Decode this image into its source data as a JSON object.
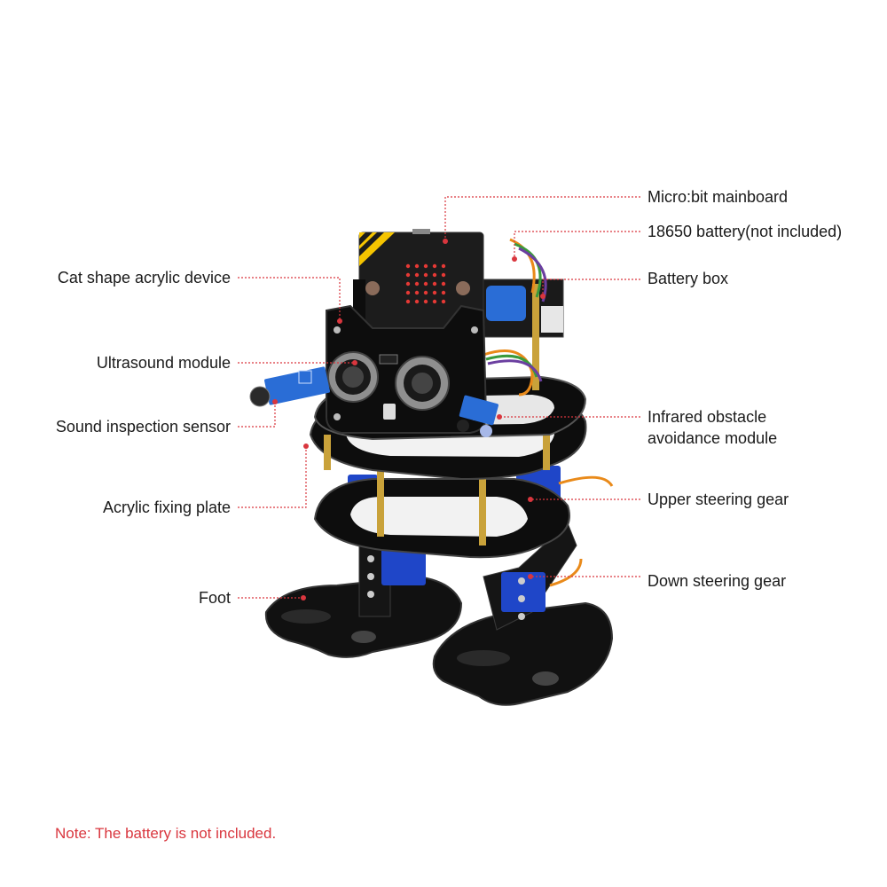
{
  "colors": {
    "leader_line": "#d9363e",
    "note_text": "#d9363e",
    "label_text": "#1a1a1a",
    "acrylic": "#0d0d0d",
    "microbit_board": "#1c1c1c",
    "microbit_led": "#e53935",
    "corner_stripe": "#f5c400",
    "servo_blue": "#1f46c8",
    "brass": "#c9a23a",
    "wire_orange": "#e98a1a",
    "wire_green": "#3a9a3c",
    "wire_purple": "#6b3fa0",
    "sensor_blue": "#2a6dd6"
  },
  "callouts_left": {
    "cat_shape": "Cat shape acrylic device",
    "ultrasound": "Ultrasound module",
    "sound_sensor": "Sound inspection sensor",
    "fixing_plate": "Acrylic fixing plate",
    "foot": "Foot"
  },
  "callouts_right": {
    "mainboard": "Micro:bit mainboard",
    "battery": "18650 battery(not included)",
    "battery_box": "Battery box",
    "infrared_line1": "Infrared obstacle",
    "infrared_line2": "avoidance module",
    "upper_gear": "Upper steering gear",
    "down_gear": "Down steering gear"
  },
  "note": "Note: The battery is not included."
}
